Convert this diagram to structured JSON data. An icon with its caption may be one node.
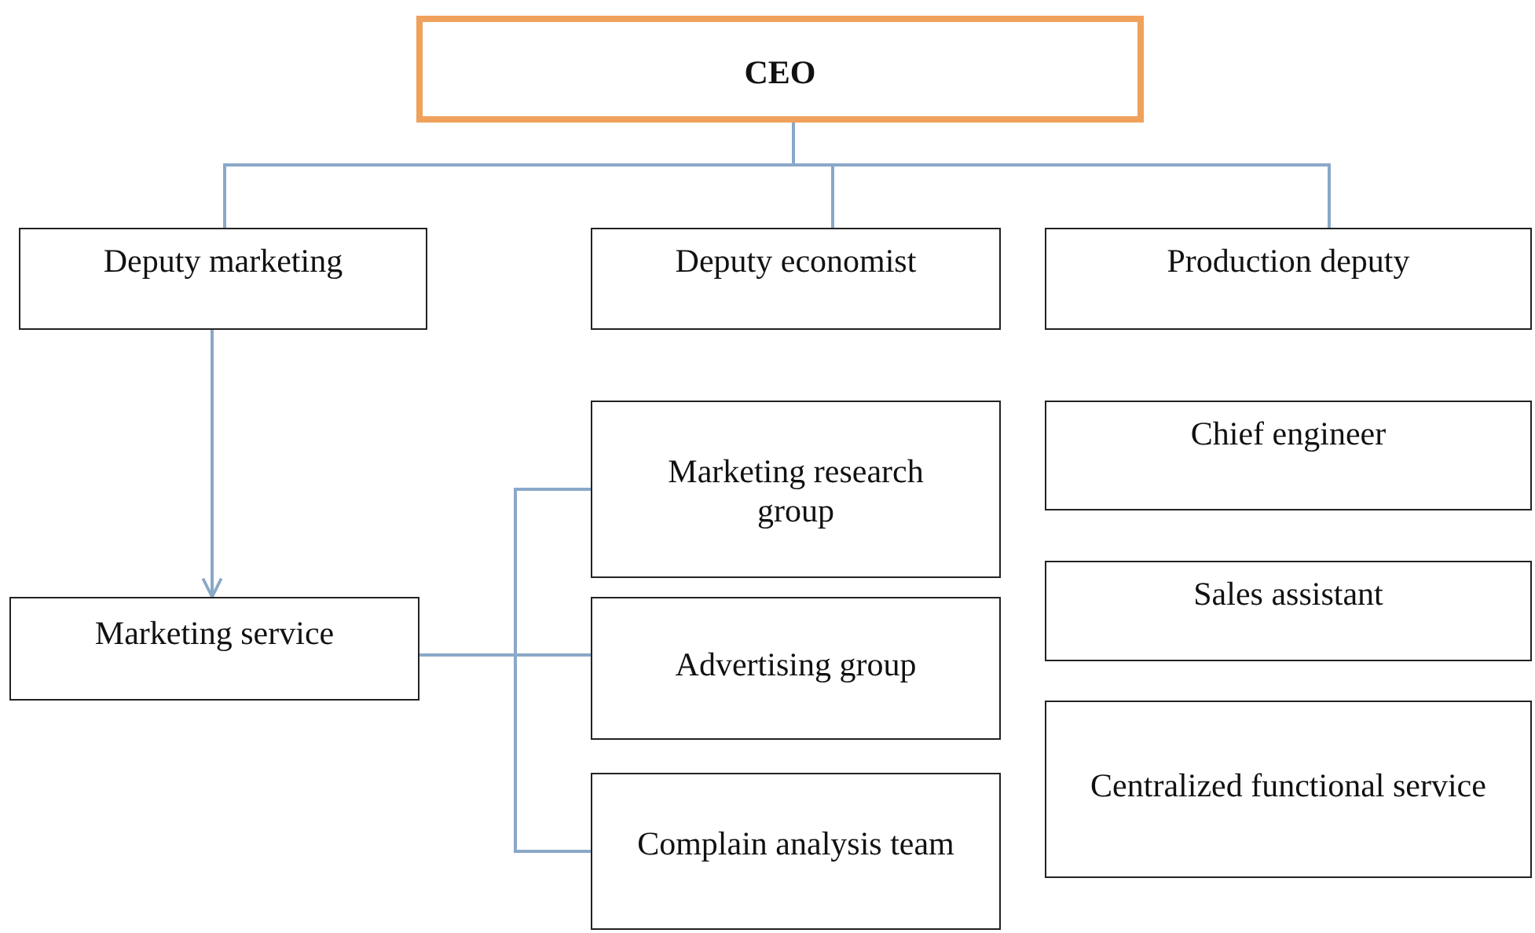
{
  "diagram": {
    "nodes": [
      {
        "text": [
          "CEO"
        ]
      },
      {
        "text": [
          "Deputy marketing"
        ]
      },
      {
        "text": [
          "Deputy economist"
        ]
      },
      {
        "text": [
          "Production deputy"
        ]
      },
      {
        "text": [
          "Marketing service"
        ]
      },
      {
        "text": [
          "Marketing research group"
        ]
      },
      {
        "text": [
          "Advertising group"
        ]
      },
      {
        "text": [
          "Complain analysis team"
        ]
      },
      {
        "text": [
          "Chief engineer"
        ]
      },
      {
        "text": [
          "Sales assistant"
        ]
      },
      {
        "text": [
          "Centralized functional service"
        ]
      }
    ],
    "edges": [
      {
        "from": 0,
        "to": 1,
        "arrow": "none"
      },
      {
        "from": 0,
        "to": 2,
        "arrow": "none"
      },
      {
        "from": 0,
        "to": 3,
        "arrow": "none"
      },
      {
        "from": 1,
        "to": 4,
        "arrow": "to"
      },
      {
        "from": 4,
        "to": 5,
        "arrow": "none"
      },
      {
        "from": 4,
        "to": 6,
        "arrow": "none"
      },
      {
        "from": 4,
        "to": 7,
        "arrow": "none"
      }
    ]
  }
}
